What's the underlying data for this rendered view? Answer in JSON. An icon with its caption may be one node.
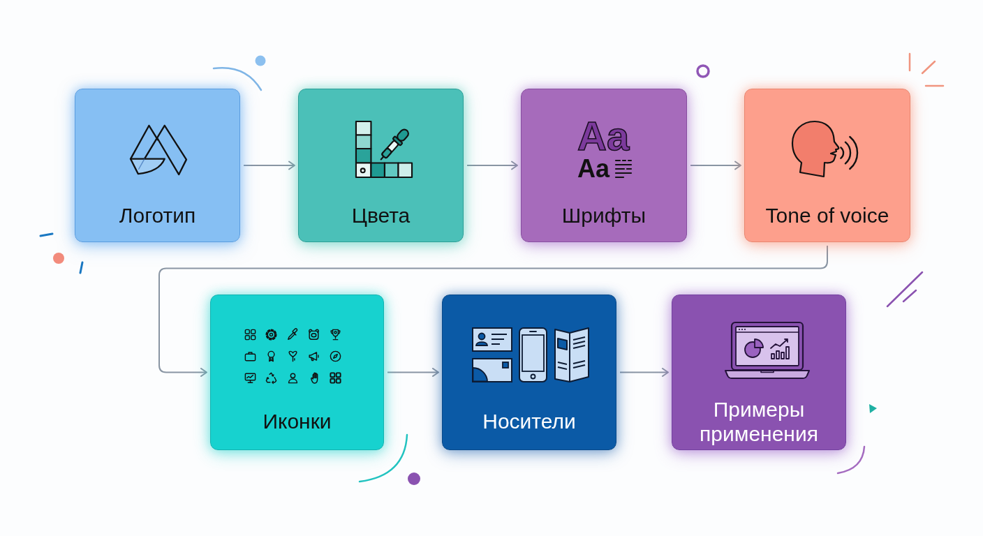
{
  "diagram": {
    "nodes": [
      {
        "text": [
          "Логотип"
        ]
      },
      {
        "text": [
          "Цвета"
        ]
      },
      {
        "text": [
          "Шрифты"
        ]
      },
      {
        "text": [
          "Tone of voice"
        ]
      },
      {
        "text": [
          "Иконки"
        ]
      },
      {
        "text": [
          "Носители"
        ]
      },
      {
        "text": [
          "Примеры применения"
        ]
      }
    ],
    "edges": [
      {
        "from": 0,
        "to": 1,
        "arrow": "to"
      },
      {
        "from": 1,
        "to": 2,
        "arrow": "to"
      },
      {
        "from": 2,
        "to": 3,
        "arrow": "to"
      },
      {
        "from": 3,
        "to": 4,
        "arrow": "to"
      },
      {
        "from": 4,
        "to": 5,
        "arrow": "to"
      },
      {
        "from": 5,
        "to": 6,
        "arrow": "to"
      }
    ],
    "labels": [
      "Aa",
      "Aa"
    ]
  }
}
